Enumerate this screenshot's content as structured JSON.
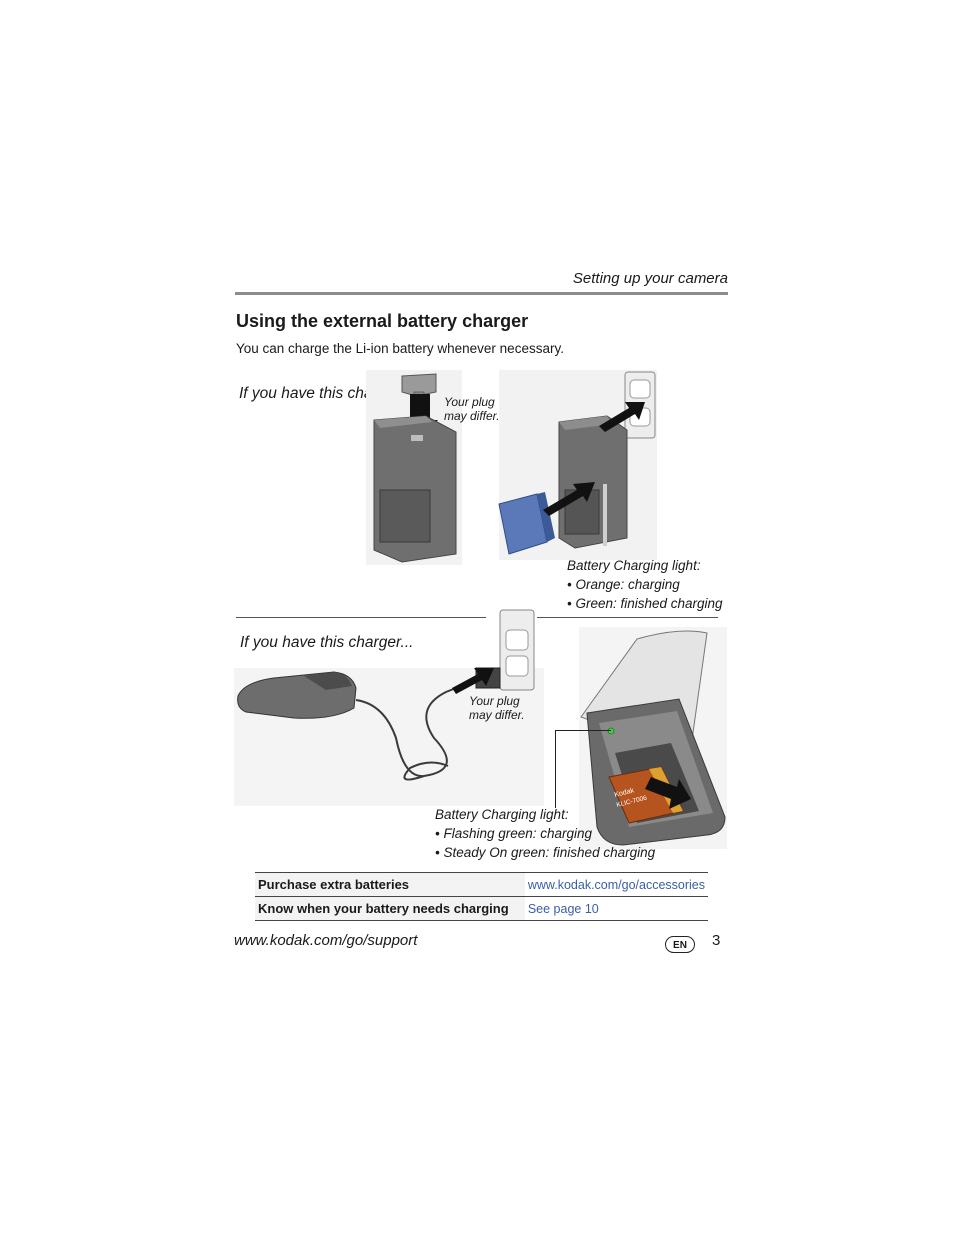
{
  "header": {
    "section": "Setting up your camera"
  },
  "title": "Using the external battery charger",
  "intro": "You can charge the Li-ion battery whenever necessary.",
  "charger1": {
    "lead": "If you have this charger...",
    "plug_note": [
      "Your plug",
      "may differ."
    ],
    "light_caption": [
      "Battery Charging light:",
      "• Orange: charging",
      "• Green: finished charging"
    ]
  },
  "charger2": {
    "lead": "If you have this charger...",
    "plug_note": [
      "Your plug",
      "may differ."
    ],
    "light_caption": [
      "Battery Charging light:",
      "• Flashing green: charging",
      "• Steady On green: finished charging"
    ],
    "battery_label": [
      "Kodak",
      "KLIC-7006"
    ]
  },
  "info_table": [
    {
      "label": "Purchase extra batteries",
      "link": "www.kodak.com/go/accessories"
    },
    {
      "label": "Know when your battery needs charging",
      "link": "See page 10"
    }
  ],
  "footer": {
    "url": "www.kodak.com/go/support",
    "lang_badge": "EN",
    "page": "3"
  },
  "colors": {
    "rule": "#8c8c8c",
    "link": "#3b5ea8",
    "battery_blue": "#5b78b8",
    "indicator_green": "#3fd13f"
  }
}
